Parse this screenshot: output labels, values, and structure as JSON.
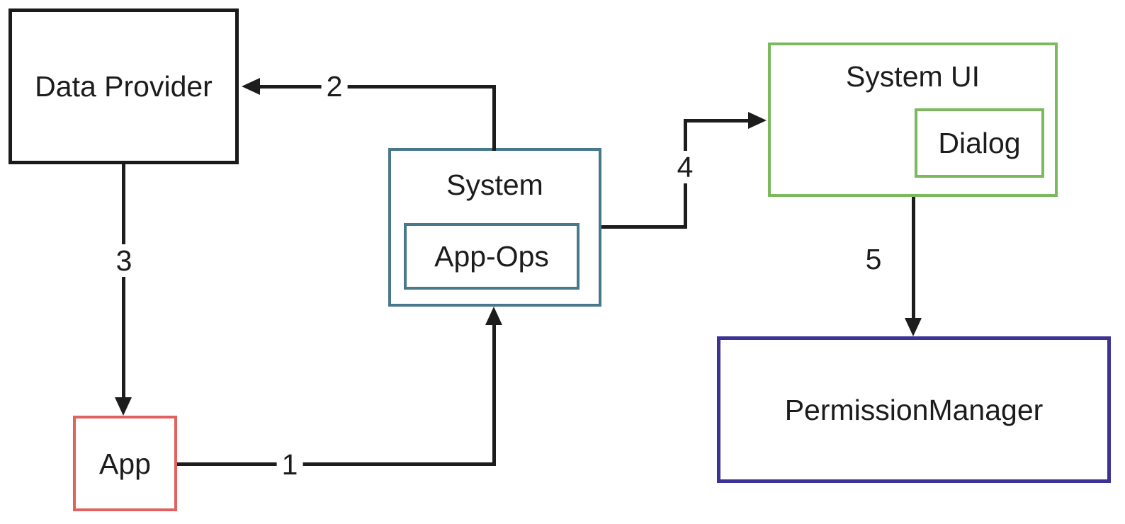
{
  "nodes": {
    "data_provider": {
      "label": "Data Provider",
      "border_color": "#1a1a1a"
    },
    "system": {
      "label": "System",
      "border_color": "#48788c"
    },
    "app_ops": {
      "label": "App-Ops",
      "border_color": "#48788c"
    },
    "system_ui": {
      "label": "System UI",
      "border_color": "#7ab95e"
    },
    "dialog": {
      "label": "Dialog",
      "border_color": "#7ab95e"
    },
    "app": {
      "label": "App",
      "border_color": "#e0625e"
    },
    "permission_manager": {
      "label": "PermissionManager",
      "border_color": "#3d3394"
    }
  },
  "edges": {
    "e1": {
      "label": "1",
      "from": "App",
      "to": "System"
    },
    "e2": {
      "label": "2",
      "from": "System",
      "to": "Data Provider"
    },
    "e3": {
      "label": "3",
      "from": "Data Provider",
      "to": "App"
    },
    "e4": {
      "label": "4",
      "from": "System",
      "to": "System UI"
    },
    "e5": {
      "label": "5",
      "from": "System UI",
      "to": "PermissionManager"
    }
  },
  "colors": {
    "line": "#1d1d1d",
    "background": "#ffffff",
    "black_box": "#1a1a1a",
    "teal_box": "#48788c",
    "green_box": "#7ab95e",
    "red_box": "#e0625e",
    "purple_box": "#3d3394"
  }
}
